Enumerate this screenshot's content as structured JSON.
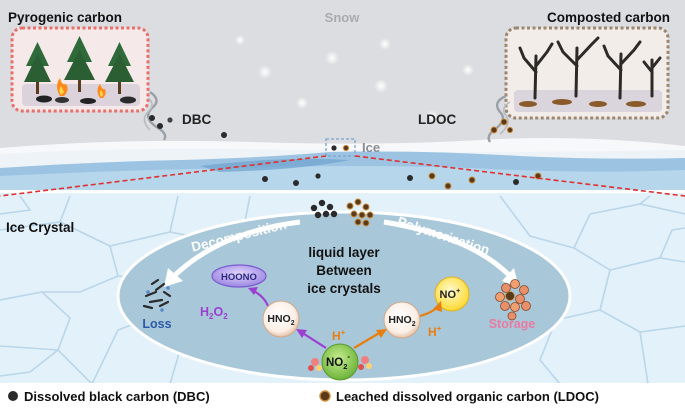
{
  "top": {
    "pyrogenic_label": "Pyrogenic carbon",
    "snow_label": "Snow",
    "composted_label": "Composted carbon",
    "dbc_label": "DBC",
    "ldoc_label": "LDOC",
    "ice_label": "Ice"
  },
  "bottom": {
    "ice_crystal_label": "Ice Crystal",
    "decomposition_label": "Decomposition",
    "polymerization_label": "Polymerization",
    "liquid_layer_lines": [
      "liquid layer",
      "Between",
      "ice crystals"
    ],
    "loss_label": "Loss",
    "storage_label": "Storage",
    "species": {
      "hoono": "HOONO",
      "h2o2_main": "H",
      "h2o2_sub1": "2",
      "h2o2_o": "O",
      "h2o2_sub2": "2",
      "hno2_left_main": "HNO",
      "hno2_left_sub": "2",
      "hno2_right_main": "HNO",
      "hno2_right_sub": "2",
      "no_plus_main": "NO",
      "no_plus_sup": "+",
      "no2_main": "NO",
      "no2_sub": "2",
      "no2_sup": "-",
      "h_plus_left_main": "H",
      "h_plus_left_sup": "+",
      "h_plus_right_main": "H",
      "h_plus_right_sup": "+"
    }
  },
  "legend": {
    "dbc": "Dissolved black carbon (DBC)",
    "ldoc": "Leached dissolved organic carbon (LDOC)"
  },
  "colors": {
    "pyrogenic_box": "#e8706a",
    "composted_box": "#9c8670",
    "snow_bg": "#dcdde0",
    "ice_blue": "#8fbcdc",
    "crystal_bg": "#e3f1fa",
    "crystal_lines": "#b7d5ea",
    "ellipse": "#a7c7d8",
    "dashed_red": "#e03030",
    "loss_blue": "#2d5aa8",
    "h2o2_purple": "#9b3fd0",
    "h_plus_orange": "#e87e10",
    "storage_pink": "#e87aa0",
    "no2_green": "#7ac143",
    "no_plus_yellow": "#ffe566"
  }
}
